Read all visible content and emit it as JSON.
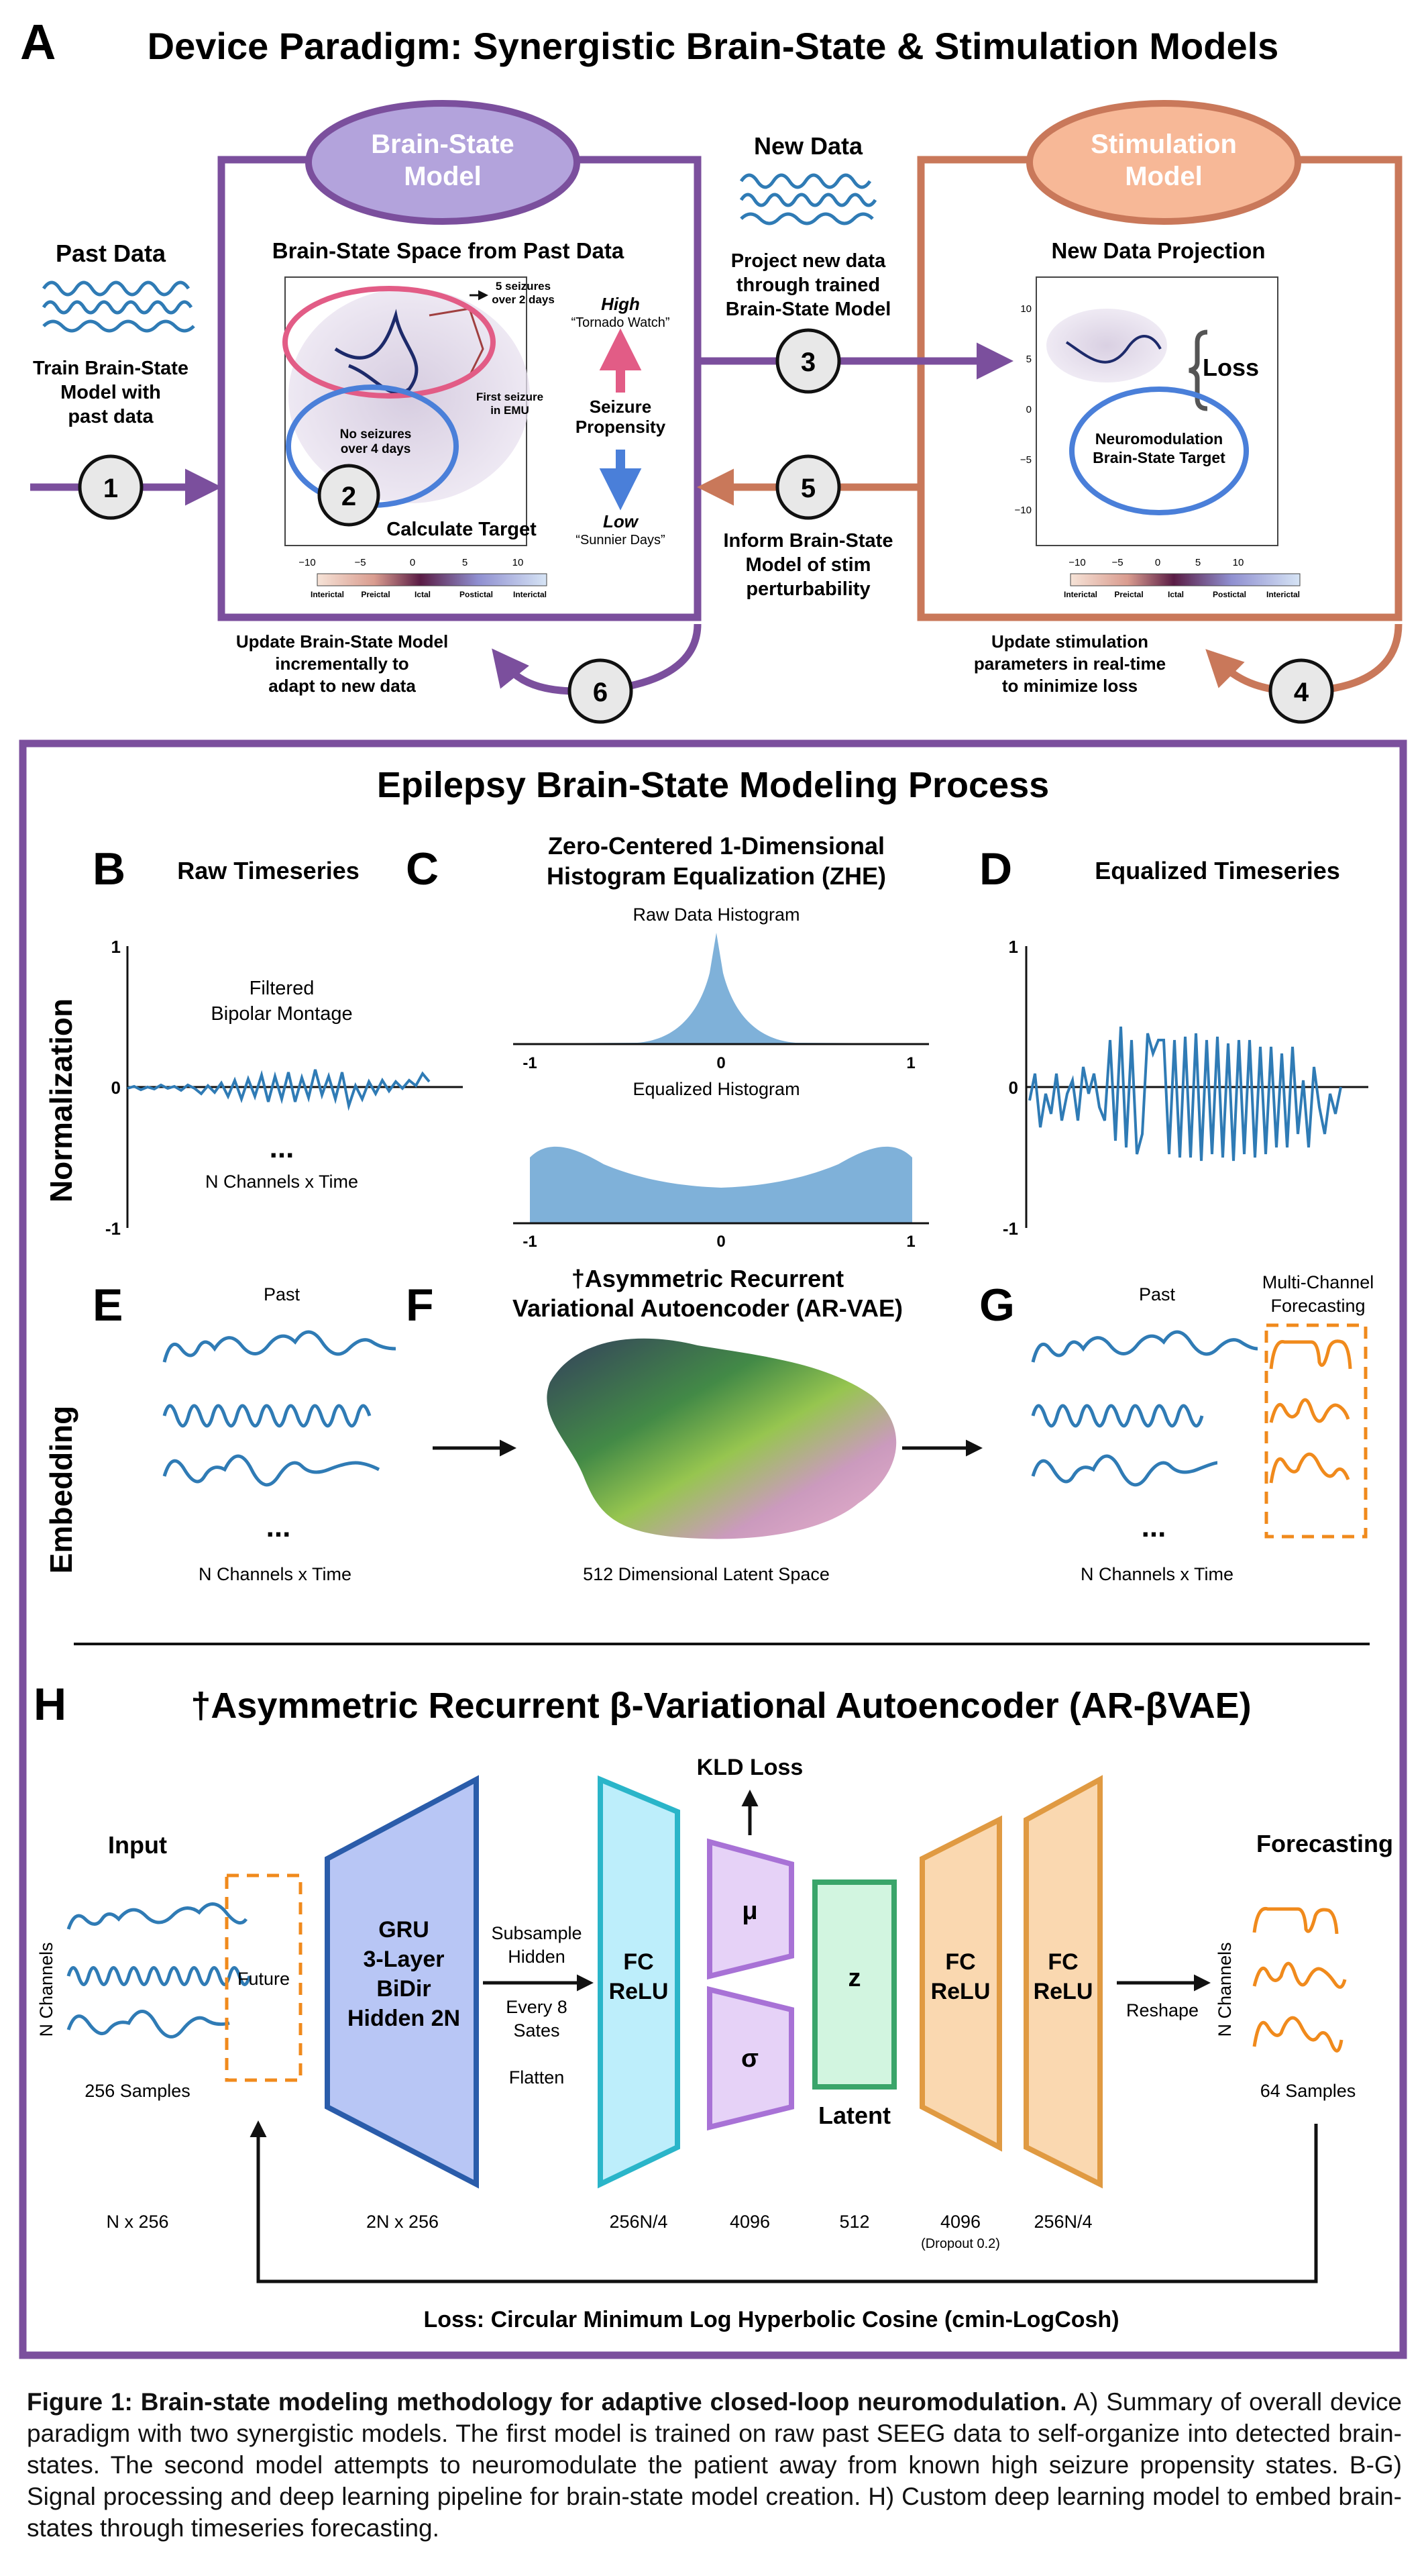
{
  "panelA": {
    "letter": "A",
    "title": "Device Paradigm: Synergistic Brain-State & Stimulation Models",
    "brain_model": [
      "Brain-State",
      "Model"
    ],
    "stim_model": [
      "Stimulation",
      "Model"
    ],
    "past_data": "Past Data",
    "train": [
      "Train Brain-State",
      "Model with",
      "past data"
    ],
    "brain_space_title": "Brain-State Space from Past Data",
    "seiz5": [
      "5 seizures",
      "over 2 days"
    ],
    "first_seizure": [
      "First seizure",
      "in EMU"
    ],
    "no_seizures": [
      "No seizures",
      "over 4 days"
    ],
    "calc_target": "Calculate Target",
    "high": "High",
    "tornado": "“Tornado Watch”",
    "seizure_propensity": [
      "Seizure",
      "Propensity"
    ],
    "low": "Low",
    "sunnier": "“Sunnier Days”",
    "new_data": "New Data",
    "project": [
      "Project new data",
      "through trained",
      "Brain-State Model"
    ],
    "inform": [
      "Inform Brain-State",
      "Model of stim",
      "perturbability"
    ],
    "new_proj_title": "New Data Projection",
    "loss": "Loss",
    "neuromod_target": [
      "Neuromodulation",
      "Brain-State Target"
    ],
    "update_brain": [
      "Update Brain-State Model",
      "incrementally to",
      "adapt to new data"
    ],
    "update_stim": [
      "Update stimulation",
      "parameters in real-time",
      "to minimize loss"
    ],
    "steps": [
      "1",
      "2",
      "3",
      "4",
      "5",
      "6"
    ],
    "xticks": [
      "−10",
      "−5",
      "0",
      "5",
      "10"
    ],
    "yticks": [
      "10",
      "5",
      "0",
      "−5",
      "−10"
    ],
    "colorbar": [
      "Interictal",
      "Preictal",
      "Ictal",
      "Postictal",
      "Interictal"
    ]
  },
  "process": {
    "title": "Epilepsy Brain-State Modeling Process",
    "normalization": "Normalization",
    "embedding": "Embedding",
    "B": {
      "letter": "B",
      "title": "Raw Timeseries",
      "filtered": [
        "Filtered",
        "Bipolar Montage"
      ],
      "dots": "...",
      "nch": "N Channels x Time",
      "ticks": [
        "1",
        "0",
        "-1"
      ]
    },
    "C": {
      "letter": "C",
      "title": [
        "Zero-Centered 1-Dimensional",
        "Histogram Equalization (ZHE)"
      ],
      "raw_hist": "Raw Data Histogram",
      "eq_hist": "Equalized Histogram",
      "ticks": [
        "-1",
        "0",
        "1"
      ]
    },
    "D": {
      "letter": "D",
      "title": "Equalized Timeseries",
      "ticks": [
        "1",
        "0",
        "-1"
      ]
    },
    "E": {
      "letter": "E",
      "past": "Past",
      "dots": "...",
      "nch": "N Channels x Time"
    },
    "F": {
      "letter": "F",
      "title": [
        "†Asymmetric Recurrent",
        "Variational Autoencoder (AR-VAE)"
      ],
      "latent": "512 Dimensional Latent Space"
    },
    "G": {
      "letter": "G",
      "past": "Past",
      "forecast": [
        "Multi-Channel",
        "Forecasting"
      ],
      "dots": "...",
      "nch": "N Channels x Time"
    }
  },
  "panelH": {
    "letter": "H",
    "title": "†Asymmetric Recurrent β-Variational Autoencoder (AR-βVAE)",
    "input": "Input",
    "n_channels": "N Channels",
    "future": "Future",
    "samples_256": "256 Samples",
    "gru": [
      "GRU",
      "3-Layer",
      "BiDir",
      "Hidden 2N"
    ],
    "subsample": [
      "Subsample",
      "Hidden"
    ],
    "every": [
      "Every 8",
      "Sates"
    ],
    "flatten": "Flatten",
    "fc_relu": [
      "FC",
      "ReLU"
    ],
    "mu": "μ",
    "sigma": "σ",
    "kld": "KLD Loss",
    "z": "z",
    "latent": "Latent",
    "reshape": "Reshape",
    "forecasting": "Forecasting",
    "samples_64": "64 Samples",
    "dims": [
      "N x 256",
      "2N x 256",
      "256N/4",
      "4096",
      "512",
      "4096",
      "256N/4"
    ],
    "dropout": "(Dropout 0.2)",
    "loss": "Loss: Circular Minimum Log Hyperbolic Cosine (cmin-LogCosh)"
  },
  "caption": {
    "bold": "Figure 1: Brain-state modeling methodology for adaptive closed-loop neuromodulation.",
    "text": " A) Summary of overall device paradigm with two synergistic models. The first model is trained on raw past SEEG data to self-organize into detected brain-states. The second model attempts to neuromodulate the patient away from known high seizure propensity states. B-G) Signal processing and deep learning pipeline for brain-state model creation. H) Custom deep learning model to embed brain-states through timeseries forecasting."
  },
  "colors": {
    "purple": "#7b4f9d",
    "orange": "#c9785a",
    "blue_line": "#2f7bb5",
    "forecast_orange": "#f08a1c",
    "gru_blue": "#b8c6f5",
    "fc_cyan": "#bdeefb",
    "mu_purple": "#e6d2f7",
    "z_green": "#d2f5e0",
    "fc_orange": "#fad8b0"
  }
}
